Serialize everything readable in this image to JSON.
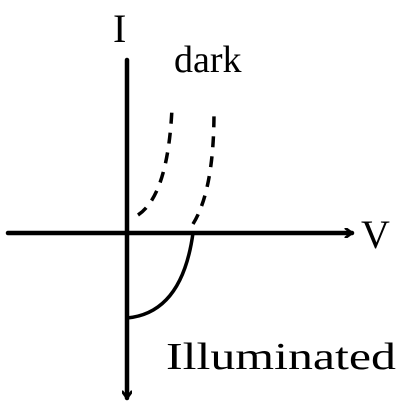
{
  "labels": {
    "y_axis": "I",
    "x_axis": "V",
    "dark_curve": "dark",
    "illuminated_curve": "Illuminated"
  },
  "colors": {
    "ink": "#000000",
    "background": "#ffffff"
  }
}
